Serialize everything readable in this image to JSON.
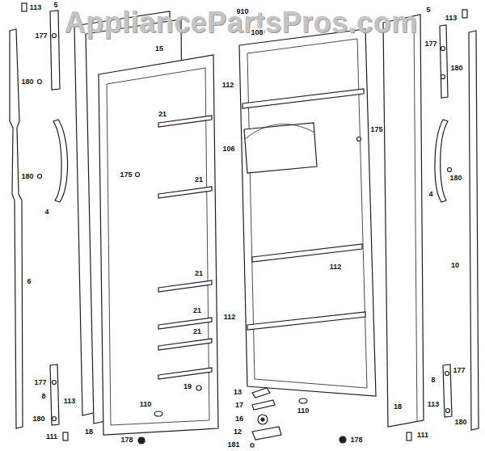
{
  "diagram": {
    "labels": [
      "AppliancePartsPros.com",
      "113",
      "5",
      "15",
      "910",
      "5",
      "113",
      "177",
      "177",
      "108",
      "180",
      "180",
      "112",
      "21",
      "175",
      "106",
      "175",
      "180",
      "21",
      "4",
      "180",
      "4",
      "10",
      "112",
      "21",
      "6",
      "21",
      "112",
      "21",
      "177",
      "8",
      "177",
      "19",
      "13",
      "8",
      "113",
      "17",
      "113",
      "110",
      "18",
      "110",
      "16",
      "180",
      "180",
      "18",
      "12",
      "111",
      "111",
      "178",
      "178",
      "181"
    ]
  }
}
